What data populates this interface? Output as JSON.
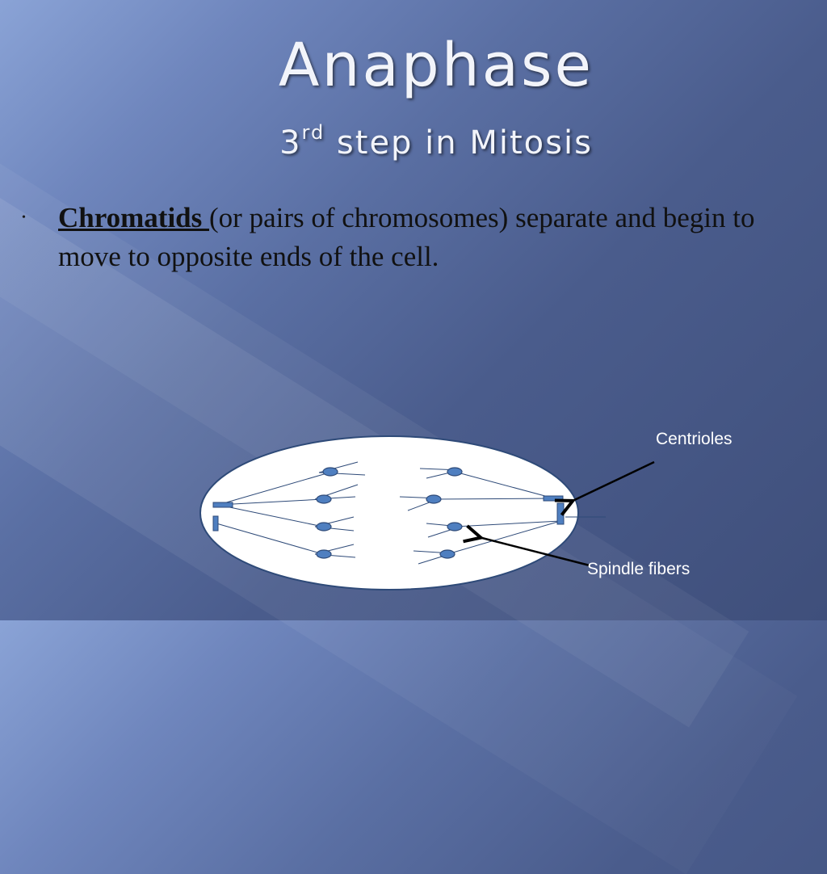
{
  "slide": {
    "title": "Anaphase",
    "subtitle_ordinal_num": "3",
    "subtitle_ordinal_suffix": "rd",
    "subtitle_rest": " step in Mitosis",
    "bullet_marker": "•",
    "bullet_term": "Chromatids ",
    "bullet_rest": "(or pairs of chromosomes) separate and begin to move to opposite ends of the cell."
  },
  "diagram": {
    "label_centrioles": "Centrioles",
    "label_spindle": "Spindle fibers"
  },
  "colors": {
    "cell_fill": "#ffffff",
    "cell_stroke": "#2e4a78",
    "chromatid": "#4f7fc0",
    "fiber": "#2e4a78",
    "arrow": "#000000"
  }
}
